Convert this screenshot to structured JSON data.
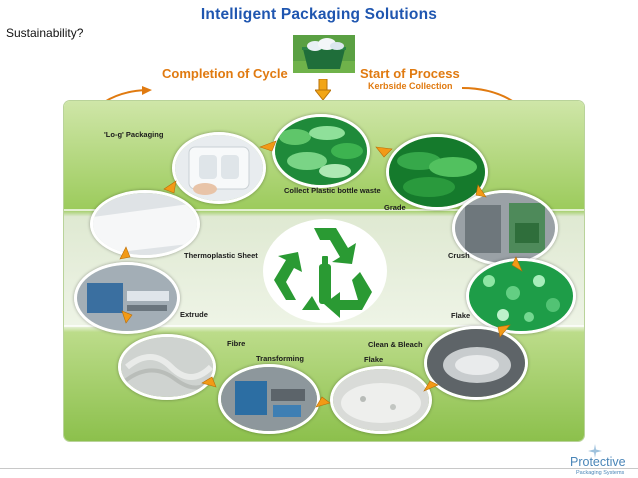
{
  "header": {
    "title": "Intelligent Packaging Solutions",
    "subtitle": "Sustainability?"
  },
  "cycle": {
    "completion_label": "Completion of Cycle",
    "start_label": "Start of Process",
    "kerbside_label": "Kerbside Collection"
  },
  "steps": {
    "collect": "Collect Plastic bottle waste",
    "grade": "Grade",
    "crush": "Crush",
    "flake_top": "Flake",
    "clean_bleach": "Clean & Bleach",
    "flake_bottom": "Flake",
    "transforming": "Transforming",
    "fibre": "Fibre",
    "extrude": "Extrude",
    "thermoplastic_sheet": "Thermoplastic Sheet",
    "log_packaging": "'Lo-g' Packaging"
  },
  "footer": {
    "logo_name": "Protective",
    "logo_sub": "Packaging Systems"
  },
  "colors": {
    "title_blue": "#1f56b0",
    "orange": "#e07a10",
    "recycle_green": "#2a9a33",
    "logo_blue": "#4a86b8"
  },
  "icons": [
    "recycle-bin-photo",
    "down-arrow-icon",
    "recycle-symbol-icon",
    "curved-arrow-icon"
  ]
}
